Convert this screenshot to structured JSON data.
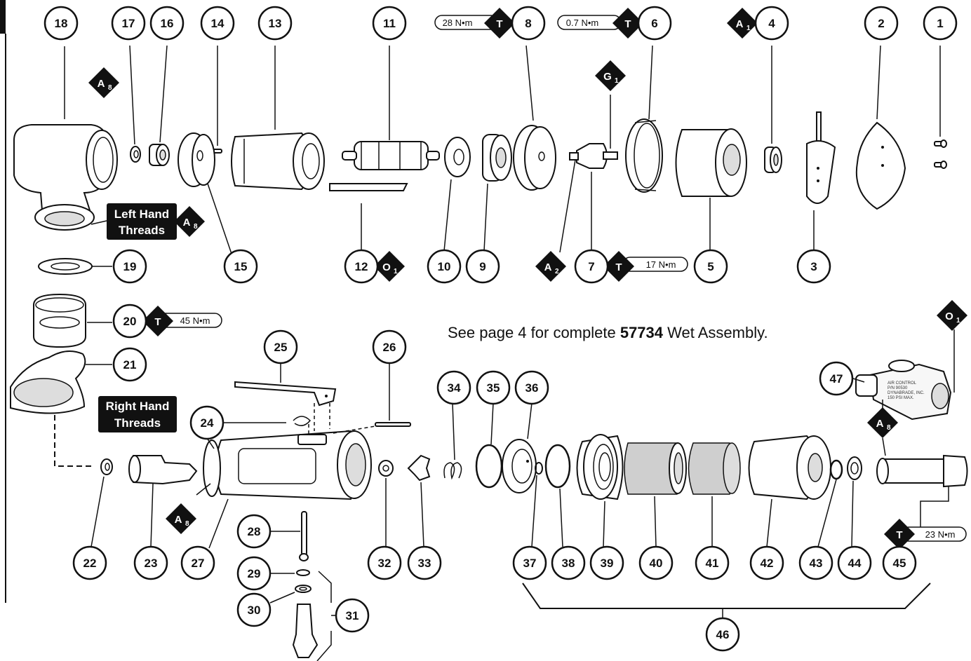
{
  "callouts": [
    {
      "id": "18",
      "label": "18"
    },
    {
      "id": "17",
      "label": "17"
    },
    {
      "id": "16",
      "label": "16"
    },
    {
      "id": "14",
      "label": "14"
    },
    {
      "id": "13",
      "label": "13"
    },
    {
      "id": "11",
      "label": "11"
    },
    {
      "id": "8",
      "label": "8"
    },
    {
      "id": "6",
      "label": "6"
    },
    {
      "id": "4",
      "label": "4"
    },
    {
      "id": "2",
      "label": "2"
    },
    {
      "id": "1",
      "label": "1"
    },
    {
      "id": "19",
      "label": "19"
    },
    {
      "id": "15",
      "label": "15"
    },
    {
      "id": "12",
      "label": "12"
    },
    {
      "id": "10",
      "label": "10"
    },
    {
      "id": "9",
      "label": "9"
    },
    {
      "id": "7",
      "label": "7"
    },
    {
      "id": "5",
      "label": "5"
    },
    {
      "id": "3",
      "label": "3"
    },
    {
      "id": "20",
      "label": "20"
    },
    {
      "id": "21",
      "label": "21"
    },
    {
      "id": "25",
      "label": "25"
    },
    {
      "id": "26",
      "label": "26"
    },
    {
      "id": "24",
      "label": "24"
    },
    {
      "id": "34",
      "label": "34"
    },
    {
      "id": "35",
      "label": "35"
    },
    {
      "id": "36",
      "label": "36"
    },
    {
      "id": "47",
      "label": "47"
    },
    {
      "id": "28",
      "label": "28"
    },
    {
      "id": "29",
      "label": "29"
    },
    {
      "id": "30",
      "label": "30"
    },
    {
      "id": "31",
      "label": "31"
    },
    {
      "id": "22",
      "label": "22"
    },
    {
      "id": "23",
      "label": "23"
    },
    {
      "id": "27",
      "label": "27"
    },
    {
      "id": "32",
      "label": "32"
    },
    {
      "id": "33",
      "label": "33"
    },
    {
      "id": "37",
      "label": "37"
    },
    {
      "id": "38",
      "label": "38"
    },
    {
      "id": "39",
      "label": "39"
    },
    {
      "id": "40",
      "label": "40"
    },
    {
      "id": "41",
      "label": "41"
    },
    {
      "id": "42",
      "label": "42"
    },
    {
      "id": "43",
      "label": "43"
    },
    {
      "id": "44",
      "label": "44"
    },
    {
      "id": "45",
      "label": "45"
    },
    {
      "id": "46",
      "label": "46"
    }
  ],
  "torques": {
    "t8": "28 N•m",
    "t6": "0.7 N•m",
    "t7": "17 N•m",
    "t20": "45 N•m",
    "t45": "23 N•m"
  },
  "diamonds": {
    "T": "T",
    "A": "A",
    "G": "G",
    "O": "O",
    "sub1": "1",
    "sub2": "2",
    "sub8": "8"
  },
  "labels": {
    "left_hand_1": "Left Hand",
    "left_hand_2": "Threads",
    "right_hand_1": "Right Hand",
    "right_hand_2": "Threads"
  },
  "note": {
    "prefix": "See page 4 for complete ",
    "model": "57734",
    "suffix": " Wet Assembly."
  },
  "plate_text": [
    "AIR CONTROL",
    "P/N 90530",
    "DYNABRADE, INC.",
    "150 PSI MAX."
  ]
}
